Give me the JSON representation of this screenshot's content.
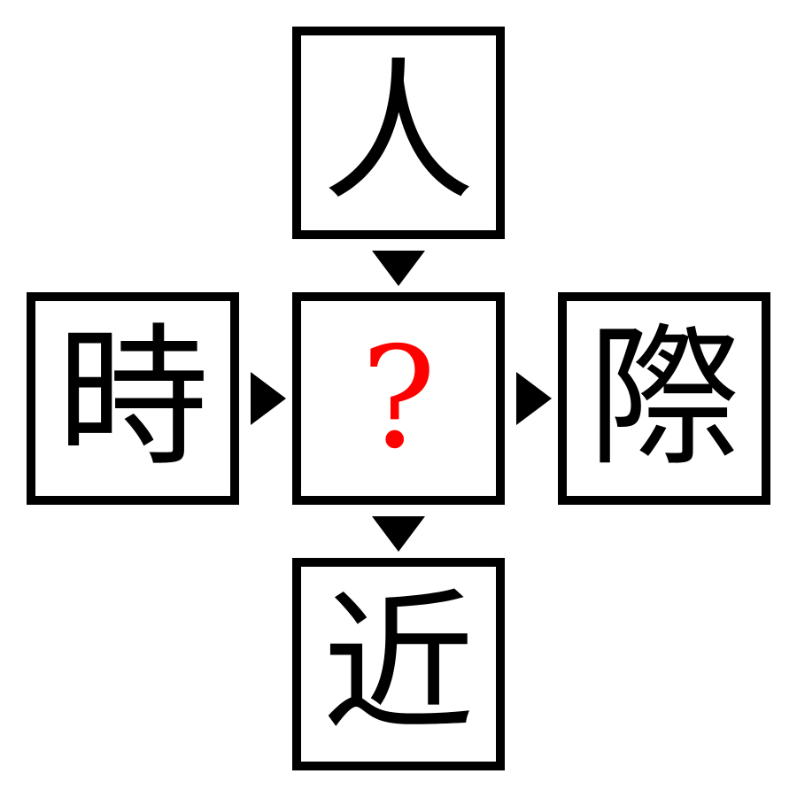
{
  "puzzle": {
    "top": "人",
    "left": "時",
    "center": "?",
    "right": "際",
    "bottom": "近"
  },
  "colors": {
    "border": "#000000",
    "text": "#000000",
    "question": "#ff0000",
    "arrow": "#000000"
  },
  "icons": {
    "down_arrow": "down-triangle-icon",
    "right_arrow": "right-triangle-icon"
  }
}
